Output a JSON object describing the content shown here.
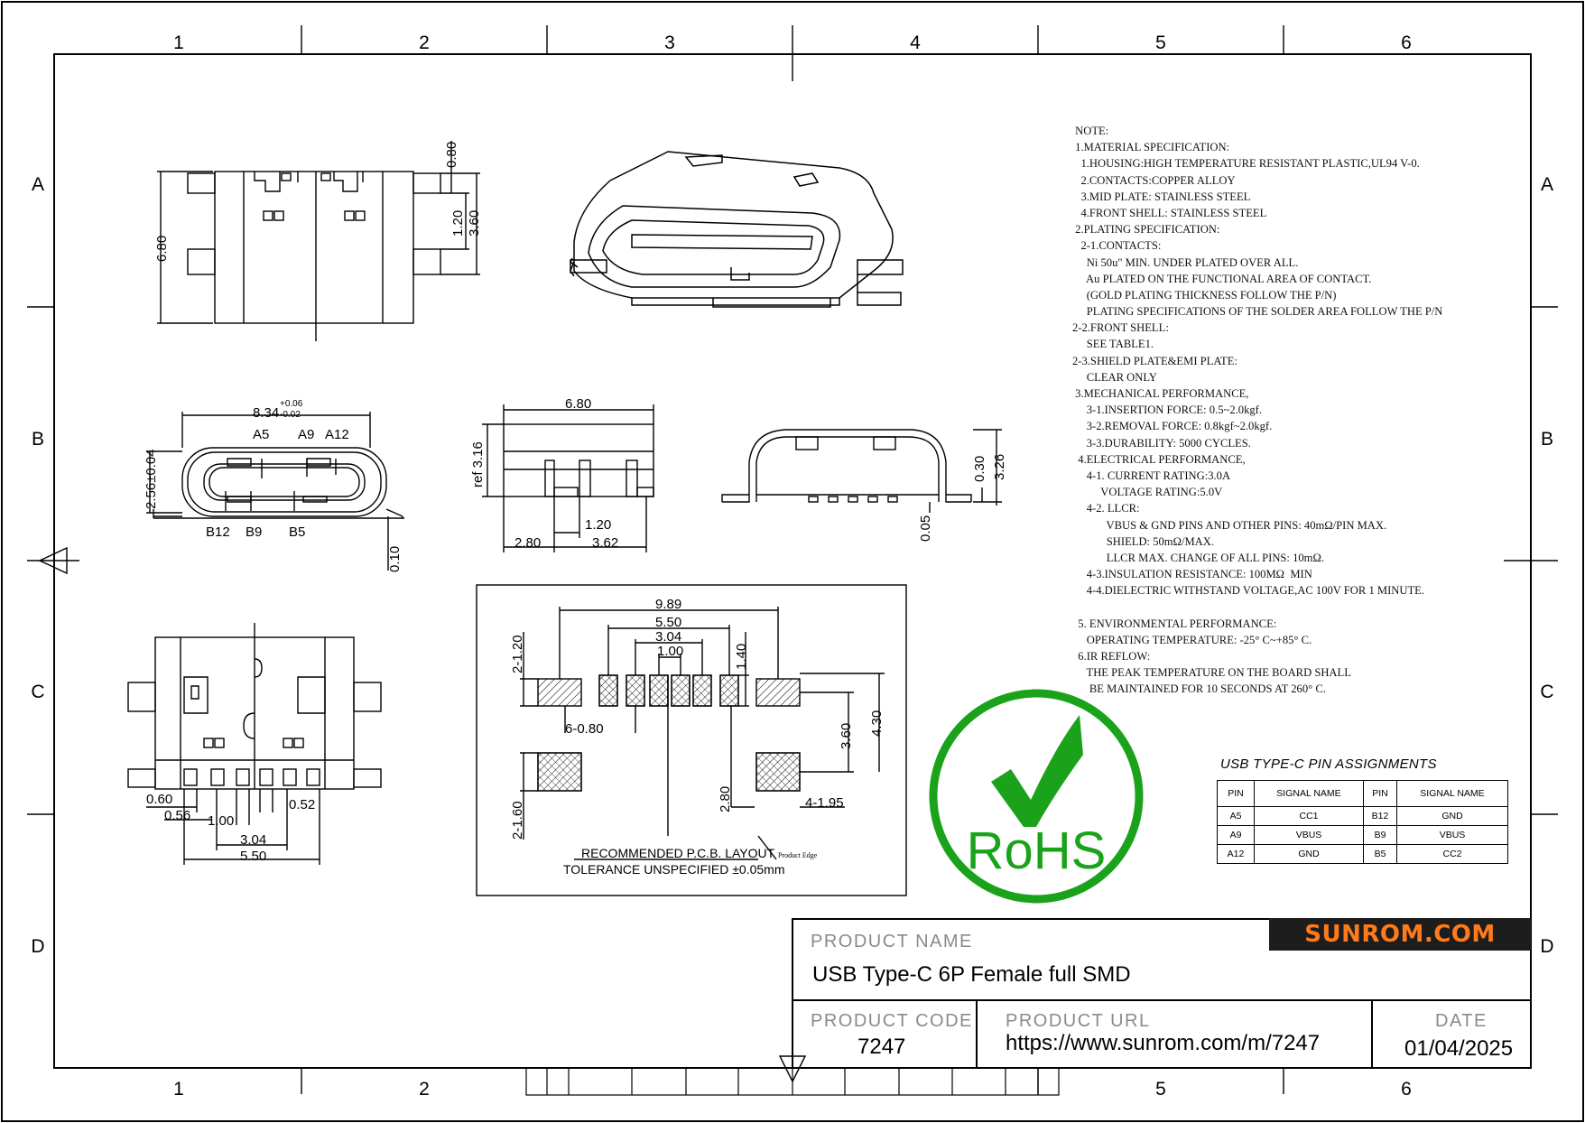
{
  "border": {
    "columns": [
      "1",
      "2",
      "3",
      "4",
      "5",
      "6"
    ],
    "rows": [
      "A",
      "B",
      "C",
      "D"
    ],
    "bottom_columns": [
      "1",
      "2",
      "5",
      "6"
    ]
  },
  "dimensions": {
    "side": {
      "total_height": "6.80",
      "top_gap": "0.80",
      "inner": "1.20",
      "outer": "3.60"
    },
    "front": {
      "width": "8.34",
      "tol_plus": "+0.06",
      "tol_minus": "-0.02",
      "height": "2.56±0.04",
      "thickness": "0.10",
      "pins_top": [
        "A5",
        "A9",
        "A12"
      ],
      "pins_bottom": [
        "B12",
        "B9",
        "B5"
      ]
    },
    "top": {
      "width": "6.80",
      "ref": "ref 3.16",
      "front": "2.80",
      "mid": "1.20",
      "rear": "3.62"
    },
    "rear": {
      "plate": "0.30",
      "height": "3.26",
      "gap": "0.05"
    },
    "bottom": {
      "d1": "0.60",
      "d2": "0.56",
      "d3": "1.00",
      "d4": "0.52",
      "d5": "3.04",
      "d6": "5.50"
    },
    "pcb": {
      "w1": "9.89",
      "w2": "5.50",
      "w3": "3.04",
      "w4": "1.00",
      "pad_h": "2-1.20",
      "pad_w": "6-0.80",
      "gap": "1.40",
      "h1": "3.60",
      "h2": "4.30",
      "shield": "2-1.60",
      "s1": "2.80",
      "s2": "4-1.95",
      "title": "RECOMMENDED   P.C.B.  LAYOUT",
      "tolerance": "TOLERANCE  UNSPECIFIED  ±0.05mm",
      "edge": "Product Edge"
    }
  },
  "notes": [
    " NOTE:",
    " 1.MATERIAL SPECIFICATION:",
    "   1.HOUSING:HIGH TEMPERATURE RESISTANT PLASTIC,UL94 V-0.",
    "   2.CONTACTS:COPPER ALLOY",
    "   3.MID PLATE: STAINLESS STEEL",
    "   4.FRONT SHELL: STAINLESS STEEL",
    " 2.PLATING SPECIFICATION:",
    "   2-1.CONTACTS:",
    "     Ni 50u\" MIN. UNDER PLATED OVER ALL.",
    "     Au PLATED ON THE FUNCTIONAL AREA OF CONTACT.",
    "     (GOLD PLATING THICKNESS FOLLOW THE P/N)",
    "     PLATING SPECIFICATIONS OF THE SOLDER AREA FOLLOW THE P/N",
    "2-2.FRONT SHELL:",
    "     SEE TABLE1.",
    "2-3.SHIELD PLATE&EMI PLATE:",
    "     CLEAR ONLY",
    " 3.MECHANICAL PERFORMANCE,",
    "     3-1.INSERTION FORCE: 0.5~2.0kgf.",
    "     3-2.REMOVAL FORCE: 0.8kgf~2.0kgf.",
    "     3-3.DURABILITY: 5000 CYCLES.",
    "  4.ELECTRICAL PERFORMANCE,",
    "     4-1. CURRENT RATING:3.0A",
    "          VOLTAGE RATING:5.0V",
    "     4-2. LLCR:",
    "            VBUS & GND PINS AND OTHER PINS: 40mΩ/PIN MAX.",
    "            SHIELD: 50mΩ/MAX.",
    "            LLCR MAX. CHANGE OF ALL PINS: 10mΩ.",
    "     4-3.INSULATION RESISTANCE: 100MΩ  MIN",
    "     4-4.DIELECTRIC WITHSTAND VOLTAGE,AC 100V FOR 1 MINUTE.",
    "",
    "  5. ENVIRONMENTAL PERFORMANCE:",
    "     OPERATING TEMPERATURE: -25° C~+85° C.",
    "  6.IR REFLOW:",
    "     THE PEAK TEMPERATURE ON THE BOARD SHALL",
    "      BE MAINTAINED FOR 10 SECONDS AT 260° C."
  ],
  "pin_table": {
    "title": "USB TYPE-C PIN ASSIGNMENTS",
    "headers": [
      "PIN",
      "SIGNAL NAME",
      "PIN",
      "SIGNAL NAME"
    ],
    "rows": [
      [
        "A5",
        "CC1",
        "B12",
        "GND"
      ],
      [
        "A9",
        "VBUS",
        "B9",
        "VBUS"
      ],
      [
        "A12",
        "GND",
        "B5",
        "CC2"
      ]
    ]
  },
  "rohs": {
    "text": "RoHS",
    "color": "#1aa31a"
  },
  "title_block": {
    "product_name_label": "PRODUCT NAME",
    "product_name": "USB Type-C 6P Female full SMD",
    "product_code_label": "PRODUCT CODE",
    "product_code": "7247",
    "product_url_label": "PRODUCT URL",
    "product_url": "https://www.sunrom.com/m/7247",
    "date_label": "DATE",
    "date": "01/04/2025",
    "logo": "SUNROM.COM",
    "logo_color": "#ff7a1a"
  }
}
